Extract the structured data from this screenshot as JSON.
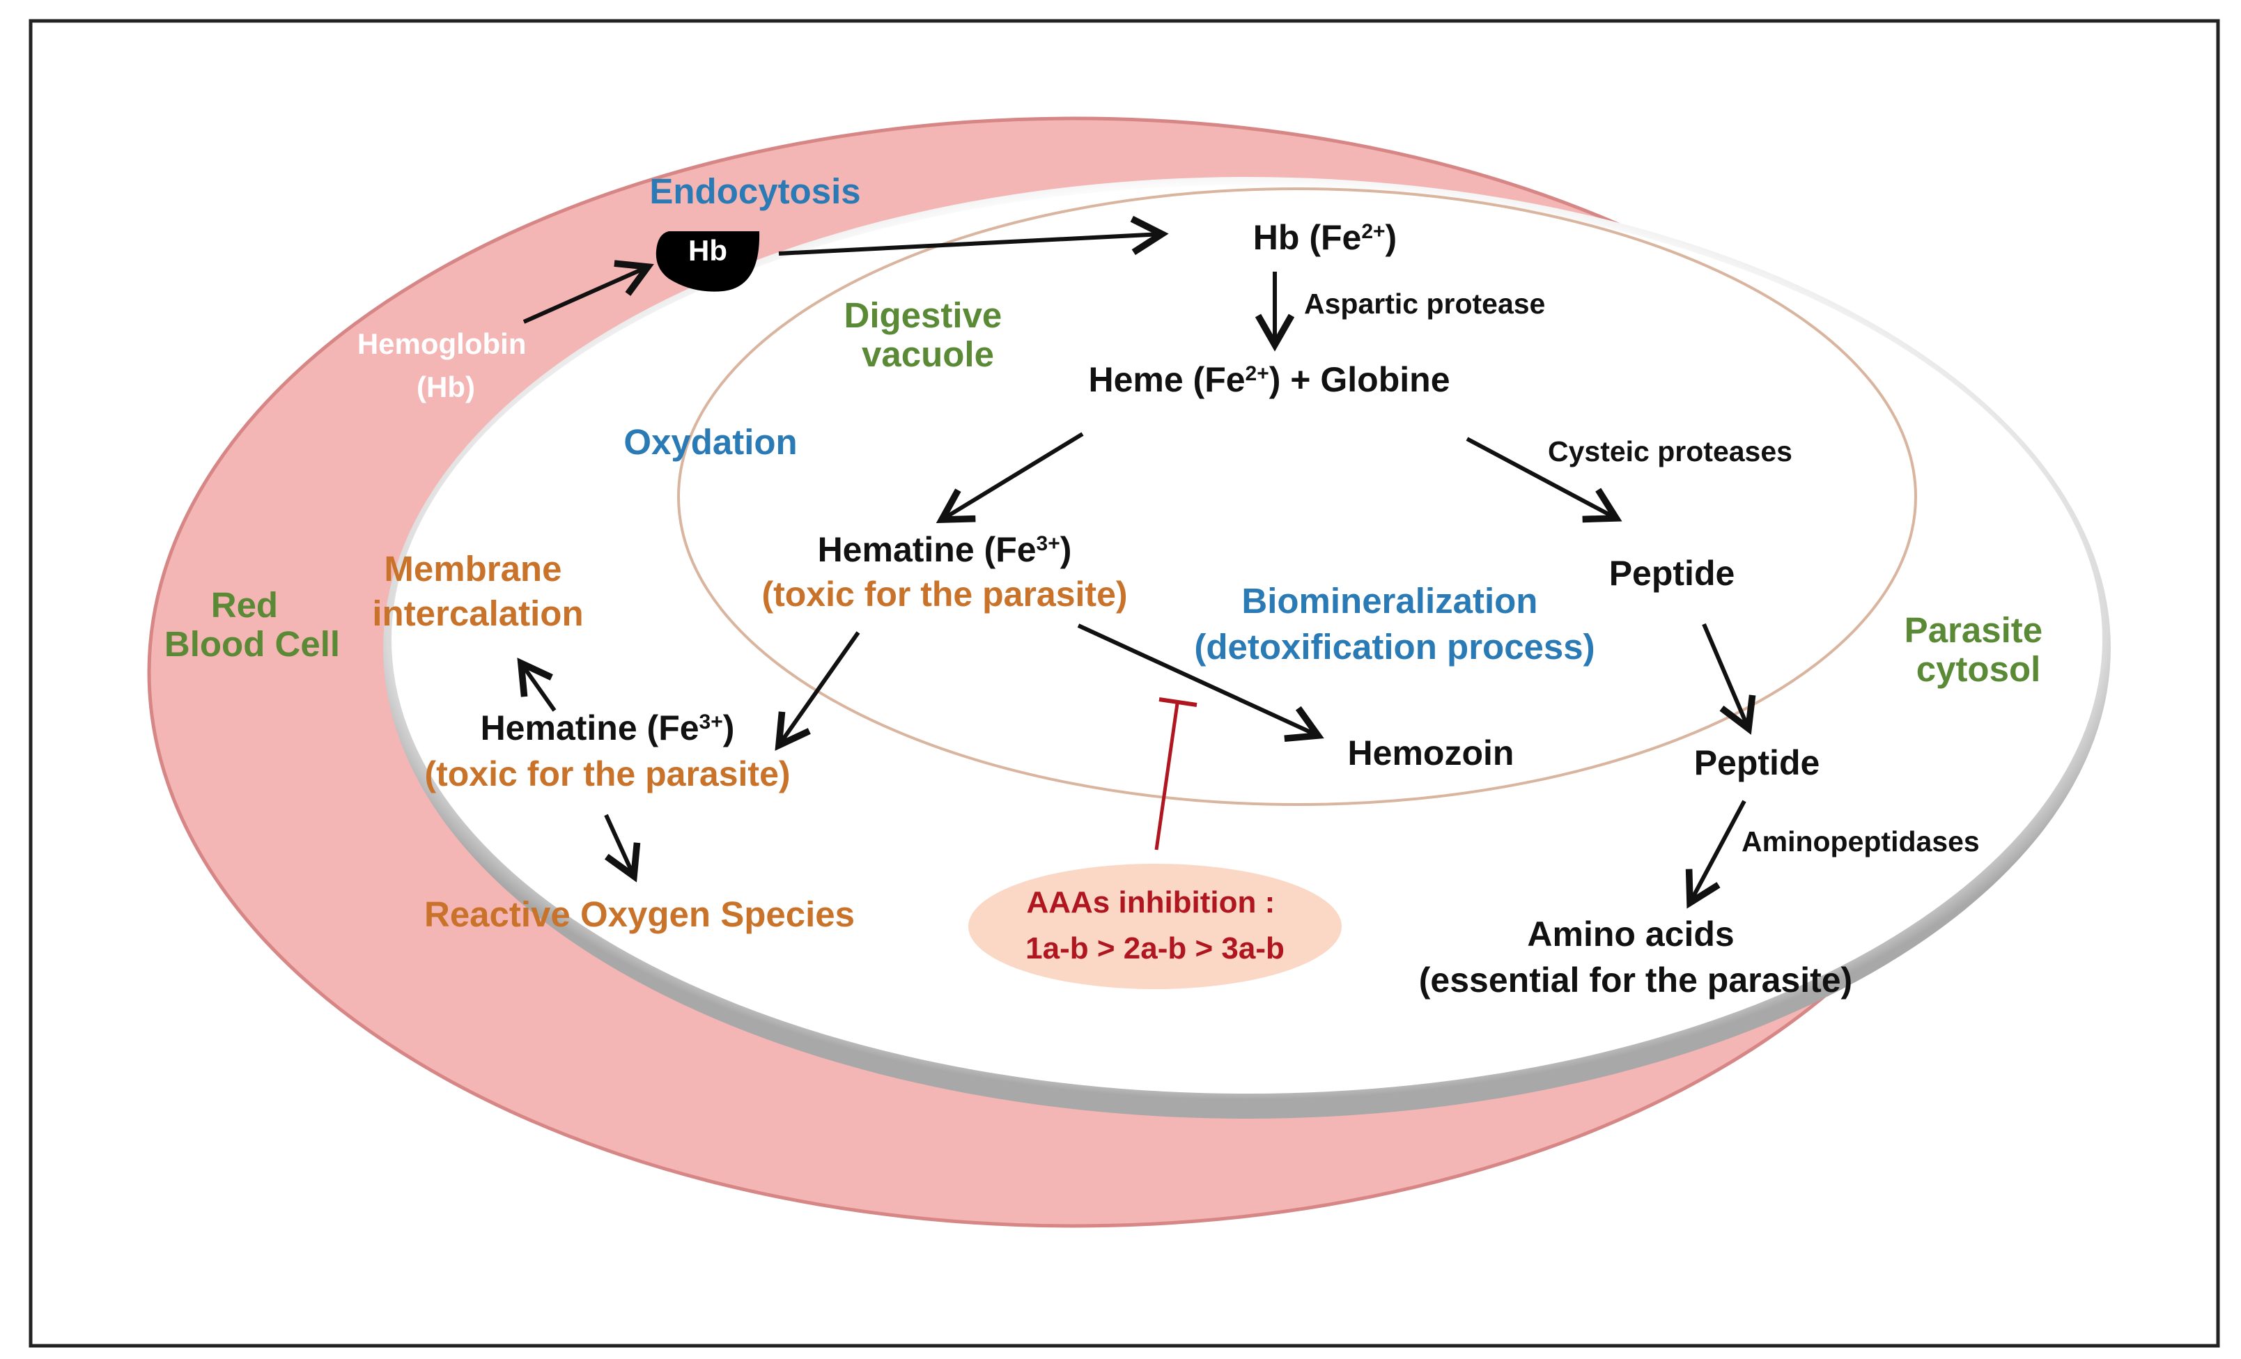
{
  "colors": {
    "green": "#5a8a35",
    "blue": "#2a7ab5",
    "orange": "#c8722a",
    "dark_red": "#b01620",
    "black": "#111111",
    "rbc_pink": "#f4b5b5",
    "rbc_border": "#d78686",
    "inhibition_fill": "#fbd8c6"
  },
  "labels": {
    "endocytosis": "Endocytosis",
    "hb_blob": "Hb",
    "hemoglobin_line1": "Hemoglobin",
    "hemoglobin_line2": "(Hb)",
    "hb_fe2_prefix": "Hb (Fe",
    "hb_fe2_sup": "2+",
    "hb_fe2_suffix": ")",
    "aspartic_protease": "Aspartic  protease",
    "digestive_line1": "Digestive",
    "digestive_line2": "vacuole",
    "heme_prefix": "Heme (Fe",
    "heme_sup": "2+",
    "heme_suffix": ") + Globine",
    "oxydation": "Oxydation",
    "cysteic_proteases": "Cysteic  proteases",
    "red_line1": "Red",
    "red_line2": "Blood Cell",
    "membrane_line1": "Membrane",
    "membrane_line2": "intercalation",
    "hematine_in_prefix": "Hematine (Fe",
    "hematine_in_sup": "3+",
    "hematine_in_suffix": ")",
    "toxic_in": "(toxic for the parasite)",
    "biomin_line1": "Biomineralization",
    "biomin_line2": "(detoxification process)",
    "peptide_1": "Peptide",
    "parasite_line1": "Parasite",
    "parasite_line2": "cytosol",
    "hematine_out_prefix": "Hematine (Fe",
    "hematine_out_sup": "3+",
    "hematine_out_suffix": ")",
    "toxic_out": "(toxic for the parasite)",
    "hemozoin": "Hemozoin",
    "peptide_2": "Peptide",
    "aminopeptidases": "Aminopeptidases",
    "ros": "Reactive Oxygen Species",
    "inhibition_line1": "AAAs inhibition :",
    "inhibition_line2": "1a-b > 2a-b > 3a-b",
    "amino_line1": "Amino acids",
    "amino_line2": "(essential for the parasite)"
  }
}
